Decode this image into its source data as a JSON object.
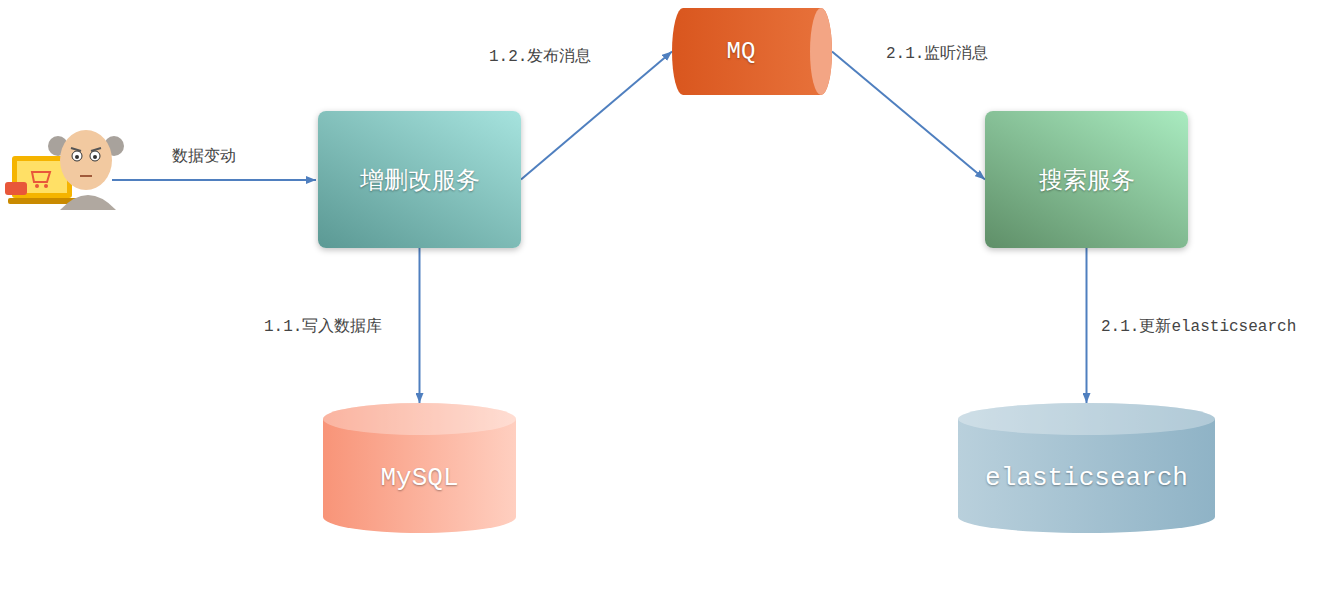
{
  "diagram": {
    "nodes": [
      {
        "text": [
          "增删改服务"
        ]
      },
      {
        "text": [
          "MQ"
        ]
      },
      {
        "text": [
          "搜索服务"
        ]
      },
      {
        "text": [
          "MySQL"
        ]
      },
      {
        "text": [
          "elasticsearch"
        ]
      }
    ],
    "edges": [
      {
        "from": 0,
        "to": 1,
        "arrow": "to",
        "label": "1.2.发布消息"
      },
      {
        "from": 1,
        "to": 2,
        "arrow": "to",
        "label": "2.1.监听消息"
      },
      {
        "from": 0,
        "to": 3,
        "arrow": "to",
        "label": "1.1.写入数据库"
      },
      {
        "from": 2,
        "to": 4,
        "arrow": "to",
        "label": "2.1.更新elasticsearch"
      }
    ],
    "labels": [
      "数据变动"
    ]
  }
}
